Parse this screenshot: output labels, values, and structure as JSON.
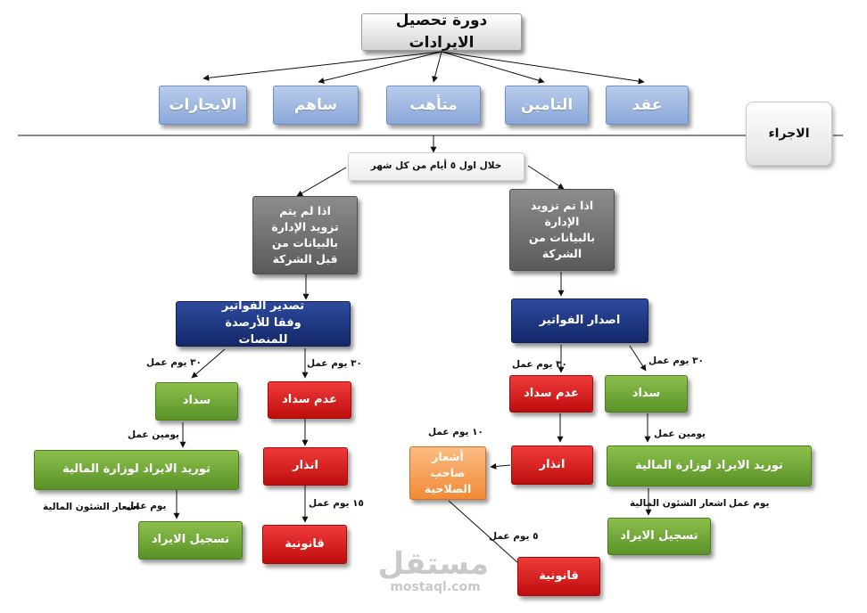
{
  "title": "دورة تحصيل الايرادات",
  "sources": [
    "عقد",
    "التامين",
    "متأهب",
    "ساهم",
    "الايجارات"
  ],
  "section_label": "الاجراء",
  "timing_note": "خلال اول ٥ أيام من كل شهر",
  "right": {
    "condition": "اذا تم تزويد الإدارة بالبيانات من الشركة",
    "issue": "اصدار الفواتير",
    "paid": "سداد",
    "paid_days": "٣٠ يوم عمل",
    "unpaid": "عدم سداد",
    "unpaid_days": "٣٠ يوم عمل",
    "supply": "توريد الايراد لوزارة المالية",
    "supply_days": "يومين عمل",
    "notify_days": "يوم عمل",
    "notify": "اشعار الشئون المالية",
    "record": "تسجيل الايراد",
    "warning": "انذار",
    "owner_notify": "أشعار صاحب الصلاحية",
    "owner_days": "١٠ يوم عمل",
    "legal": "قانونية",
    "legal_days": "٥ يوم عمل"
  },
  "left": {
    "condition": "اذا لم يتم تزويد الإدارة بالبيانات من قبل الشركة",
    "issue": "تصدير الفواتير وفقا للأرصدة للمنصات",
    "paid": "سداد",
    "paid_days": "٣٠ يوم عمل",
    "unpaid": "عدم سداد",
    "unpaid_days": "٣٠ يوم عمل",
    "supply": "توريد الايراد لوزارة المالية",
    "supply_days": "يومين عمل",
    "notify_days": "يوم عمل",
    "notify": "اشعار الشئون المالية",
    "record": "تسجيل الايراد",
    "warning": "انذار",
    "legal": "قانونية",
    "legal_days": "١٥ يوم عمل"
  },
  "watermark": {
    "arabic": "مستقل",
    "latin": "mostaql.com"
  }
}
